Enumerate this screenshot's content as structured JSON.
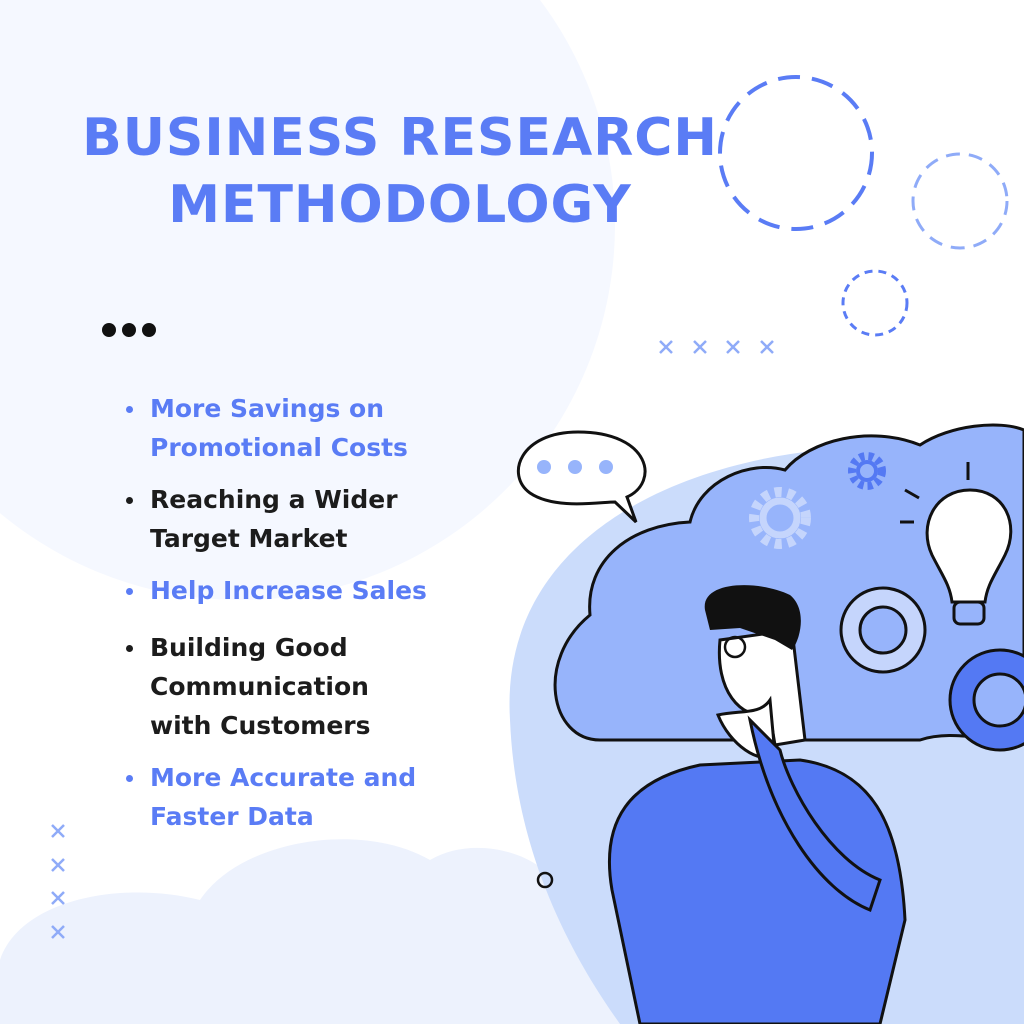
{
  "title": {
    "line1": "BUSINESS RESEARCH",
    "line2": "METHODOLOGY"
  },
  "benefits": [
    {
      "text": "More Savings on Promotional Costs",
      "color": "#5a7cf5"
    },
    {
      "text": "Reaching a Wider Target Market",
      "color": "#1c1c1c"
    },
    {
      "text": "Help Increase Sales",
      "color": "#5a7cf5"
    },
    {
      "text": "Building Good Communication with Customers",
      "color": "#1c1c1c"
    },
    {
      "text": "More Accurate and Faster Data",
      "color": "#5a7cf5"
    }
  ],
  "colors": {
    "accent": "#5a7cf5",
    "shirt": "#5479f3",
    "cloud": "#97b4fb",
    "blob": "#cbdcfb",
    "pale": "#f5f8ff"
  },
  "illustration": {
    "subject": "thinking-man-with-gears-and-lightbulb"
  }
}
